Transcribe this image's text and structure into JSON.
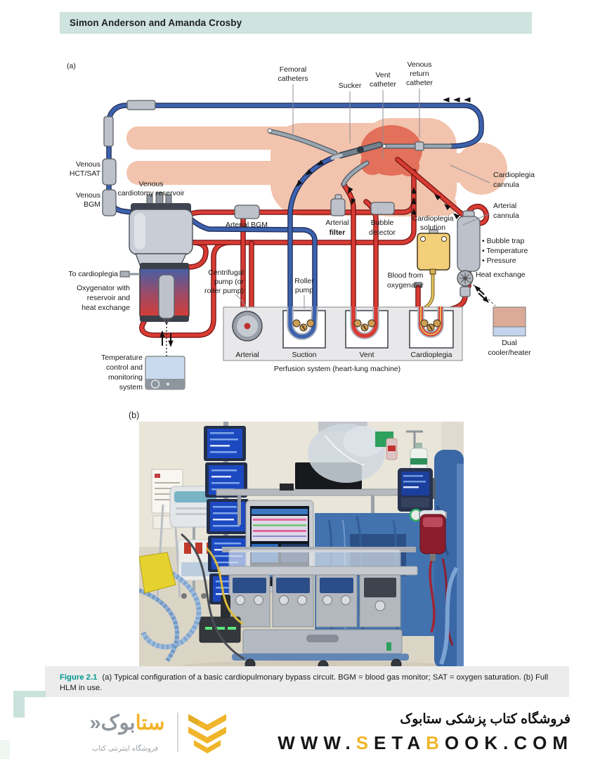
{
  "header": {
    "authors": "Simon Anderson and Amanda Crosby",
    "bg": "#cfe3df"
  },
  "figure": {
    "panel_a": "(a)",
    "panel_b": "(b)",
    "caption_label": "Figure 2.1",
    "caption_text": "(a) Typical configuration of a basic cardiopulmonary bypass circuit. BGM = blood gas monitor; SAT = oxygen saturation. (b) Full HLM in use."
  },
  "diagram": {
    "femoral_1": "Femoral",
    "femoral_2": "catheters",
    "sucker": "Sucker",
    "vent_cath_1": "Vent",
    "vent_cath_2": "catheter",
    "venous_return_1": "Venous",
    "venous_return_2": "return",
    "venous_return_3": "catheter",
    "venous_hct_1": "Venous",
    "venous_hct_2": "HCT/SAT",
    "venous_bgm_1": "Venous",
    "venous_bgm_2": "BGM",
    "cardiotomy_1": "Venous",
    "cardiotomy_2": "cardiotomy reservoir",
    "cardioplegia_cannula_1": "Cardioplegia",
    "cardioplegia_cannula_2": "cannula",
    "arterial_cannula_1": "Arterial",
    "arterial_cannula_2": "cannula",
    "arterial_bgm": "Arterial BGM",
    "arterial_filter_1": "Arterial",
    "arterial_filter_2": "filter",
    "bubble_detector_1": "Bubble",
    "bubble_detector_2": "detector",
    "cardioplegia_solution_1": "Cardioplegia",
    "cardioplegia_solution_2": "solution",
    "bullet_bubble_trap": "• Bubble trap",
    "bullet_temperature": "• Temperature",
    "bullet_pressure": "• Pressure",
    "heat_exchange": "Heat exchange",
    "dual_cooler_1": "Dual",
    "dual_cooler_2": "cooler/heater",
    "blood_from_oxygenator_1": "Blood from",
    "blood_from_oxygenator_2": "oxygenator",
    "to_cardioplegia": "To cardioplegia",
    "oxygenator_1": "Oxygenator with",
    "oxygenator_2": "reservoir and",
    "oxygenator_3": "heat exchange",
    "centrifugal_1": "Centrifugal",
    "centrifugal_2": "pump (or",
    "centrifugal_3": "roller pump)",
    "roller_1": "Roller",
    "roller_2": "pump",
    "temp_1": "Temperature",
    "temp_2": "control and",
    "temp_3": "monitoring",
    "temp_4": "system",
    "pump_arterial": "Arterial",
    "pump_suction": "Suction",
    "pump_vent": "Vent",
    "pump_cardioplegia": "Cardioplegia",
    "perfusion_system": "Perfusion system (heart-lung machine)"
  },
  "footer": {
    "store_line_fa": "فروشگاه کتاب پزشکی ستابوک",
    "website": {
      "p1": "WWW.",
      "s": "S",
      "p2": "ETA",
      "b": "B",
      "p3": "OOK.COM"
    },
    "logo": {
      "text_yellow": "ستا",
      "text_gray": "بوک«",
      "subtitle": "فروشگاه اینترنتی کتاب"
    }
  },
  "colors": {
    "header_bg": "#cfe3df",
    "caption_label": "#00968f",
    "brand_yellow": "#f0b52a",
    "tube_red": "#d93b33",
    "tube_blue": "#3d62ae",
    "body_skin": "#f2c3ad"
  }
}
